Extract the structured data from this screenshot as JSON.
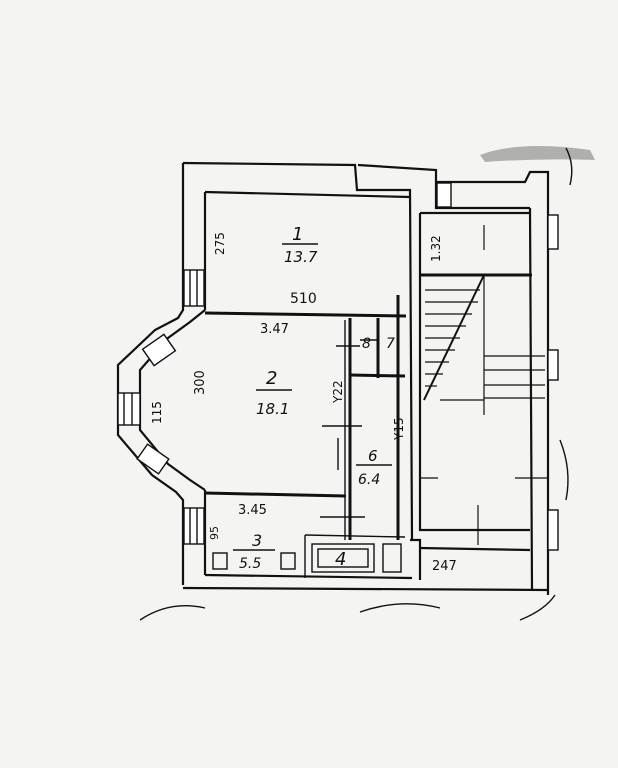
{
  "rooms": [
    {
      "number": "1",
      "area": "13.7"
    },
    {
      "number": "2",
      "area": "18.1"
    },
    {
      "number": "3",
      "area": "5.5"
    },
    {
      "number": "4"
    },
    {
      "number": "6",
      "area": "6.4"
    },
    {
      "number": "7"
    },
    {
      "number": "8"
    }
  ],
  "dimensions": {
    "d275": "275",
    "d510": "510",
    "d347": "3.47",
    "d300": "300",
    "d115": "115",
    "d122": "Y22",
    "d415": "Y15",
    "d345": "3.45",
    "d95": "95",
    "d132": "1.32",
    "d247": "247"
  }
}
